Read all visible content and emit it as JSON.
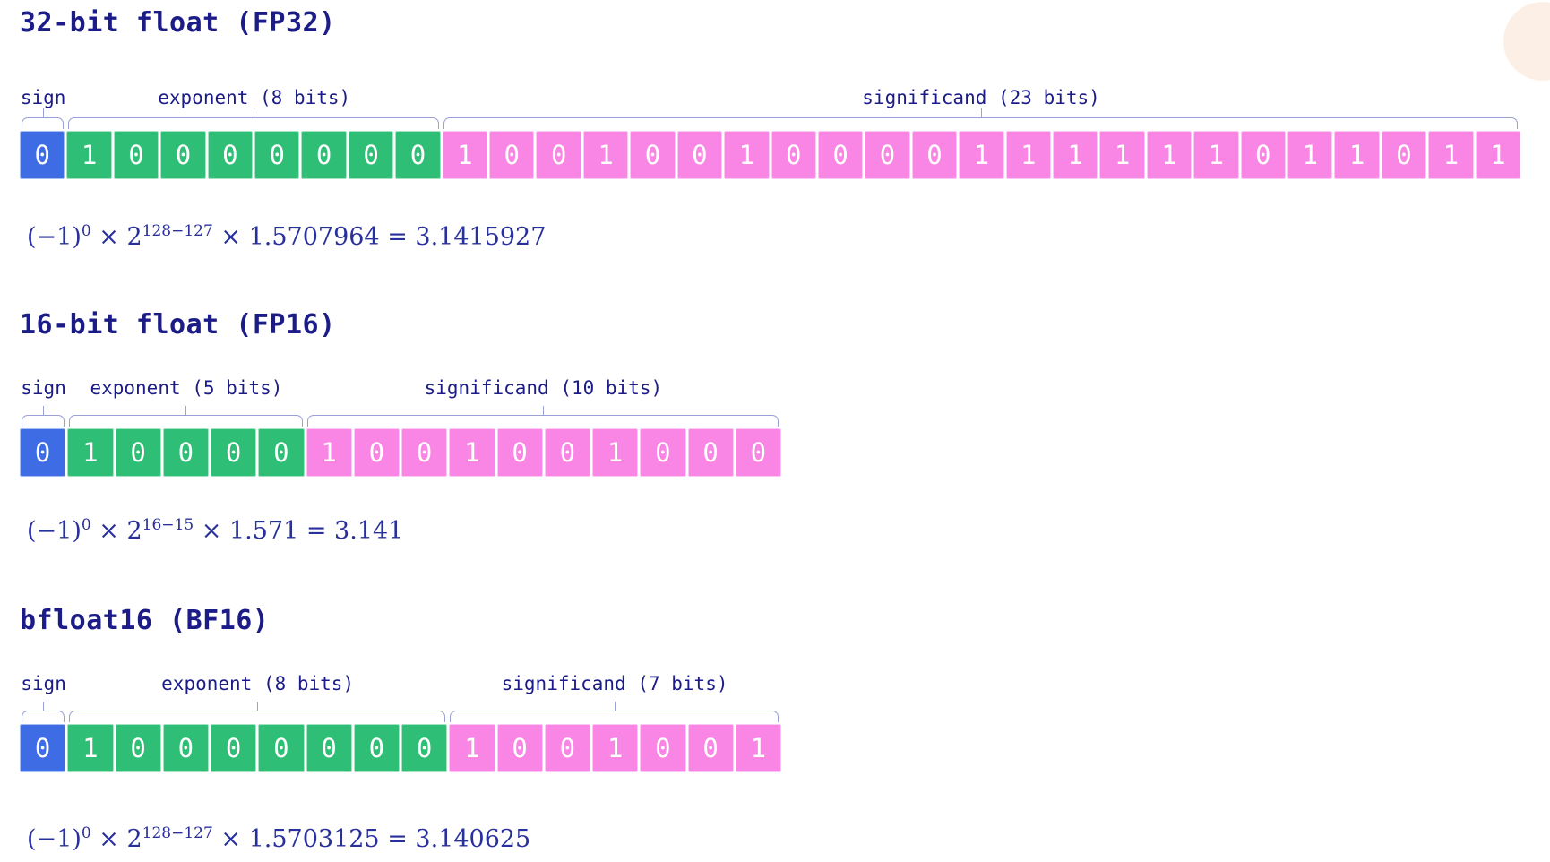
{
  "colors": {
    "sign": "#3d6ce5",
    "exponent": "#2fbe75",
    "significand": "#f985e4",
    "bracket": "#99a0d6",
    "title_text": "#1c1c88",
    "formula_text": "#28309b",
    "bit_text": "#ffffff",
    "corner_circle": "#fcf0e6"
  },
  "sections": [
    {
      "id": "fp32",
      "title": "32-bit float (FP32)",
      "groups": [
        {
          "name": "sign",
          "label": "sign",
          "bits": "0"
        },
        {
          "name": "exponent",
          "label": "exponent (8 bits)",
          "bits": "10000000"
        },
        {
          "name": "significand",
          "label": "significand (23 bits)",
          "bits": "10010010000111111011011"
        }
      ],
      "formula": {
        "lead": "(−1)",
        "sign_power": "0",
        "mult": " × 2",
        "exp_power": "128−127",
        "tail": " × 1.5707964 = 3.1415927"
      }
    },
    {
      "id": "fp16",
      "title": "16-bit float (FP16)",
      "groups": [
        {
          "name": "sign",
          "label": "sign",
          "bits": "0"
        },
        {
          "name": "exponent",
          "label": "exponent (5 bits)",
          "bits": "10000"
        },
        {
          "name": "significand",
          "label": "significand (10 bits)",
          "bits": "1001001000"
        }
      ],
      "formula": {
        "lead": "(−1)",
        "sign_power": "0",
        "mult": " × 2",
        "exp_power": "16−15",
        "tail": " × 1.571 = 3.141"
      }
    },
    {
      "id": "bf16",
      "title": "bfloat16 (BF16)",
      "groups": [
        {
          "name": "sign",
          "label": "sign",
          "bits": "0"
        },
        {
          "name": "exponent",
          "label": "exponent (8 bits)",
          "bits": "10000000"
        },
        {
          "name": "significand",
          "label": "significand (7 bits)",
          "bits": "1001001"
        }
      ],
      "formula": {
        "lead": "(−1)",
        "sign_power": "0",
        "mult": " × 2",
        "exp_power": "128−127",
        "tail": " × 1.5703125 = 3.140625"
      }
    }
  ]
}
